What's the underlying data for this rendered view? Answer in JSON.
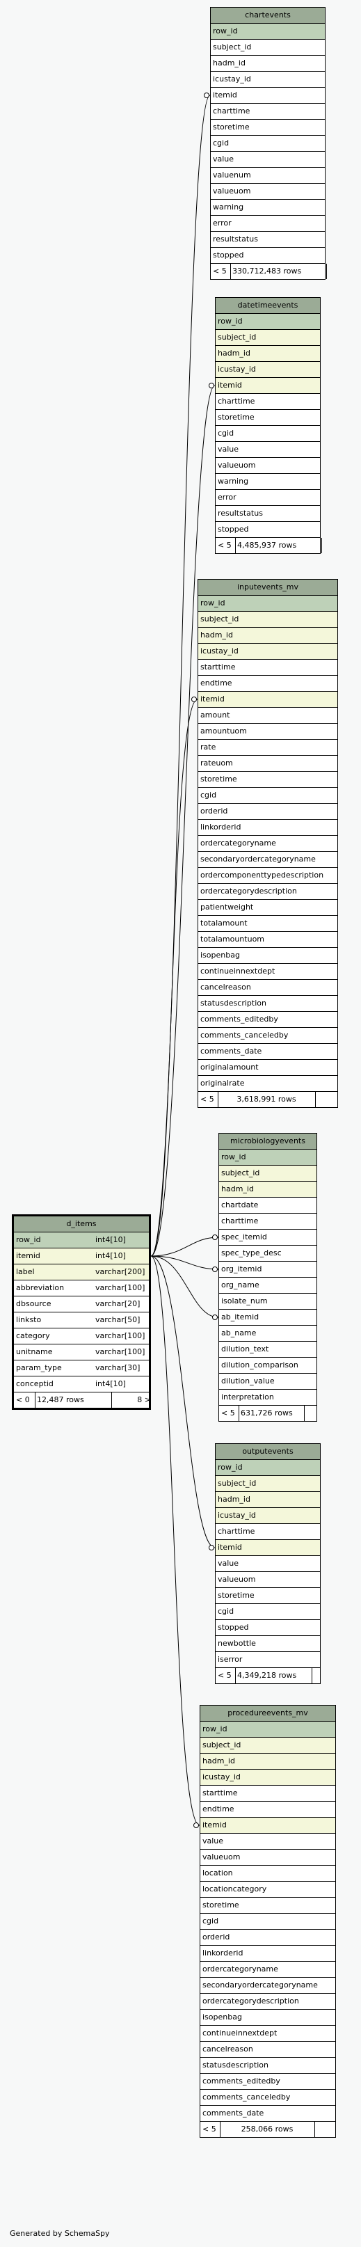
{
  "generated_by": "Generated by SchemaSpy",
  "tables": [
    {
      "id": "chartevents",
      "title": "chartevents",
      "columns": [
        {
          "name": "row_id",
          "kind": "pk"
        },
        {
          "name": "subject_id",
          "kind": ""
        },
        {
          "name": "hadm_id",
          "kind": ""
        },
        {
          "name": "icustay_id",
          "kind": ""
        },
        {
          "name": "itemid",
          "kind": ""
        },
        {
          "name": "charttime",
          "kind": ""
        },
        {
          "name": "storetime",
          "kind": ""
        },
        {
          "name": "cgid",
          "kind": ""
        },
        {
          "name": "value",
          "kind": ""
        },
        {
          "name": "valuenum",
          "kind": ""
        },
        {
          "name": "valueuom",
          "kind": ""
        },
        {
          "name": "warning",
          "kind": ""
        },
        {
          "name": "error",
          "kind": ""
        },
        {
          "name": "resultstatus",
          "kind": ""
        },
        {
          "name": "stopped",
          "kind": ""
        }
      ],
      "footer": [
        "< 5",
        "330,712,483 rows",
        ""
      ]
    },
    {
      "id": "datetimeevents",
      "title": "datetimeevents",
      "columns": [
        {
          "name": "row_id",
          "kind": "pk"
        },
        {
          "name": "subject_id",
          "kind": "fk"
        },
        {
          "name": "hadm_id",
          "kind": "fk"
        },
        {
          "name": "icustay_id",
          "kind": "fk"
        },
        {
          "name": "itemid",
          "kind": "fk"
        },
        {
          "name": "charttime",
          "kind": ""
        },
        {
          "name": "storetime",
          "kind": ""
        },
        {
          "name": "cgid",
          "kind": ""
        },
        {
          "name": "value",
          "kind": ""
        },
        {
          "name": "valueuom",
          "kind": ""
        },
        {
          "name": "warning",
          "kind": ""
        },
        {
          "name": "error",
          "kind": ""
        },
        {
          "name": "resultstatus",
          "kind": ""
        },
        {
          "name": "stopped",
          "kind": ""
        }
      ],
      "footer": [
        "< 5",
        "4,485,937 rows",
        ""
      ]
    },
    {
      "id": "inputevents_mv",
      "title": "inputevents_mv",
      "columns": [
        {
          "name": "row_id",
          "kind": "pk"
        },
        {
          "name": "subject_id",
          "kind": "fk"
        },
        {
          "name": "hadm_id",
          "kind": "fk"
        },
        {
          "name": "icustay_id",
          "kind": "fk"
        },
        {
          "name": "starttime",
          "kind": ""
        },
        {
          "name": "endtime",
          "kind": ""
        },
        {
          "name": "itemid",
          "kind": "fk"
        },
        {
          "name": "amount",
          "kind": ""
        },
        {
          "name": "amountuom",
          "kind": ""
        },
        {
          "name": "rate",
          "kind": ""
        },
        {
          "name": "rateuom",
          "kind": ""
        },
        {
          "name": "storetime",
          "kind": ""
        },
        {
          "name": "cgid",
          "kind": ""
        },
        {
          "name": "orderid",
          "kind": ""
        },
        {
          "name": "linkorderid",
          "kind": ""
        },
        {
          "name": "ordercategoryname",
          "kind": ""
        },
        {
          "name": "secondaryordercategoryname",
          "kind": ""
        },
        {
          "name": "ordercomponenttypedescription",
          "kind": ""
        },
        {
          "name": "ordercategorydescription",
          "kind": ""
        },
        {
          "name": "patientweight",
          "kind": ""
        },
        {
          "name": "totalamount",
          "kind": ""
        },
        {
          "name": "totalamountuom",
          "kind": ""
        },
        {
          "name": "isopenbag",
          "kind": ""
        },
        {
          "name": "continueinnextdept",
          "kind": ""
        },
        {
          "name": "cancelreason",
          "kind": ""
        },
        {
          "name": "statusdescription",
          "kind": ""
        },
        {
          "name": "comments_editedby",
          "kind": ""
        },
        {
          "name": "comments_canceledby",
          "kind": ""
        },
        {
          "name": "comments_date",
          "kind": ""
        },
        {
          "name": "originalamount",
          "kind": ""
        },
        {
          "name": "originalrate",
          "kind": ""
        }
      ],
      "footer": [
        "< 5",
        "3,618,991 rows",
        ""
      ]
    },
    {
      "id": "microbiologyevents",
      "title": "microbiologyevents",
      "columns": [
        {
          "name": "row_id",
          "kind": "pk"
        },
        {
          "name": "subject_id",
          "kind": "fk"
        },
        {
          "name": "hadm_id",
          "kind": "fk"
        },
        {
          "name": "chartdate",
          "kind": ""
        },
        {
          "name": "charttime",
          "kind": ""
        },
        {
          "name": "spec_itemid",
          "kind": ""
        },
        {
          "name": "spec_type_desc",
          "kind": ""
        },
        {
          "name": "org_itemid",
          "kind": ""
        },
        {
          "name": "org_name",
          "kind": ""
        },
        {
          "name": "isolate_num",
          "kind": ""
        },
        {
          "name": "ab_itemid",
          "kind": ""
        },
        {
          "name": "ab_name",
          "kind": ""
        },
        {
          "name": "dilution_text",
          "kind": ""
        },
        {
          "name": "dilution_comparison",
          "kind": ""
        },
        {
          "name": "dilution_value",
          "kind": ""
        },
        {
          "name": "interpretation",
          "kind": ""
        }
      ],
      "footer": [
        "< 5",
        "631,726 rows",
        ""
      ]
    },
    {
      "id": "outputevents",
      "title": "outputevents",
      "columns": [
        {
          "name": "row_id",
          "kind": "pk"
        },
        {
          "name": "subject_id",
          "kind": "fk"
        },
        {
          "name": "hadm_id",
          "kind": "fk"
        },
        {
          "name": "icustay_id",
          "kind": "fk"
        },
        {
          "name": "charttime",
          "kind": ""
        },
        {
          "name": "itemid",
          "kind": "fk"
        },
        {
          "name": "value",
          "kind": ""
        },
        {
          "name": "valueuom",
          "kind": ""
        },
        {
          "name": "storetime",
          "kind": ""
        },
        {
          "name": "cgid",
          "kind": ""
        },
        {
          "name": "stopped",
          "kind": ""
        },
        {
          "name": "newbottle",
          "kind": ""
        },
        {
          "name": "iserror",
          "kind": ""
        }
      ],
      "footer": [
        "< 5",
        "4,349,218 rows",
        ""
      ]
    },
    {
      "id": "procedureevents_mv",
      "title": "procedureevents_mv",
      "columns": [
        {
          "name": "row_id",
          "kind": "pk"
        },
        {
          "name": "subject_id",
          "kind": "fk"
        },
        {
          "name": "hadm_id",
          "kind": "fk"
        },
        {
          "name": "icustay_id",
          "kind": "fk"
        },
        {
          "name": "starttime",
          "kind": ""
        },
        {
          "name": "endtime",
          "kind": ""
        },
        {
          "name": "itemid",
          "kind": "fk"
        },
        {
          "name": "value",
          "kind": ""
        },
        {
          "name": "valueuom",
          "kind": ""
        },
        {
          "name": "location",
          "kind": ""
        },
        {
          "name": "locationcategory",
          "kind": ""
        },
        {
          "name": "storetime",
          "kind": ""
        },
        {
          "name": "cgid",
          "kind": ""
        },
        {
          "name": "orderid",
          "kind": ""
        },
        {
          "name": "linkorderid",
          "kind": ""
        },
        {
          "name": "ordercategoryname",
          "kind": ""
        },
        {
          "name": "secondaryordercategoryname",
          "kind": ""
        },
        {
          "name": "ordercategorydescription",
          "kind": ""
        },
        {
          "name": "isopenbag",
          "kind": ""
        },
        {
          "name": "continueinnextdept",
          "kind": ""
        },
        {
          "name": "cancelreason",
          "kind": ""
        },
        {
          "name": "statusdescription",
          "kind": ""
        },
        {
          "name": "comments_editedby",
          "kind": ""
        },
        {
          "name": "comments_canceledby",
          "kind": ""
        },
        {
          "name": "comments_date",
          "kind": ""
        }
      ],
      "footer": [
        "< 5",
        "258,066 rows",
        ""
      ]
    },
    {
      "id": "d_items",
      "title": "d_items",
      "focus": true,
      "columns": [
        {
          "name": "row_id",
          "type": "int4[10]",
          "kind": "pk"
        },
        {
          "name": "itemid",
          "type": "int4[10]",
          "kind": "fk"
        },
        {
          "name": "label",
          "type": "varchar[200]",
          "kind": "fk"
        },
        {
          "name": "abbreviation",
          "type": "varchar[100]",
          "kind": ""
        },
        {
          "name": "dbsource",
          "type": "varchar[20]",
          "kind": ""
        },
        {
          "name": "linksto",
          "type": "varchar[50]",
          "kind": ""
        },
        {
          "name": "category",
          "type": "varchar[100]",
          "kind": ""
        },
        {
          "name": "unitname",
          "type": "varchar[100]",
          "kind": ""
        },
        {
          "name": "param_type",
          "type": "varchar[30]",
          "kind": ""
        },
        {
          "name": "conceptid",
          "type": "int4[10]",
          "kind": ""
        }
      ],
      "footer": [
        "< 0",
        "12,487 rows",
        "8 >"
      ]
    }
  ]
}
